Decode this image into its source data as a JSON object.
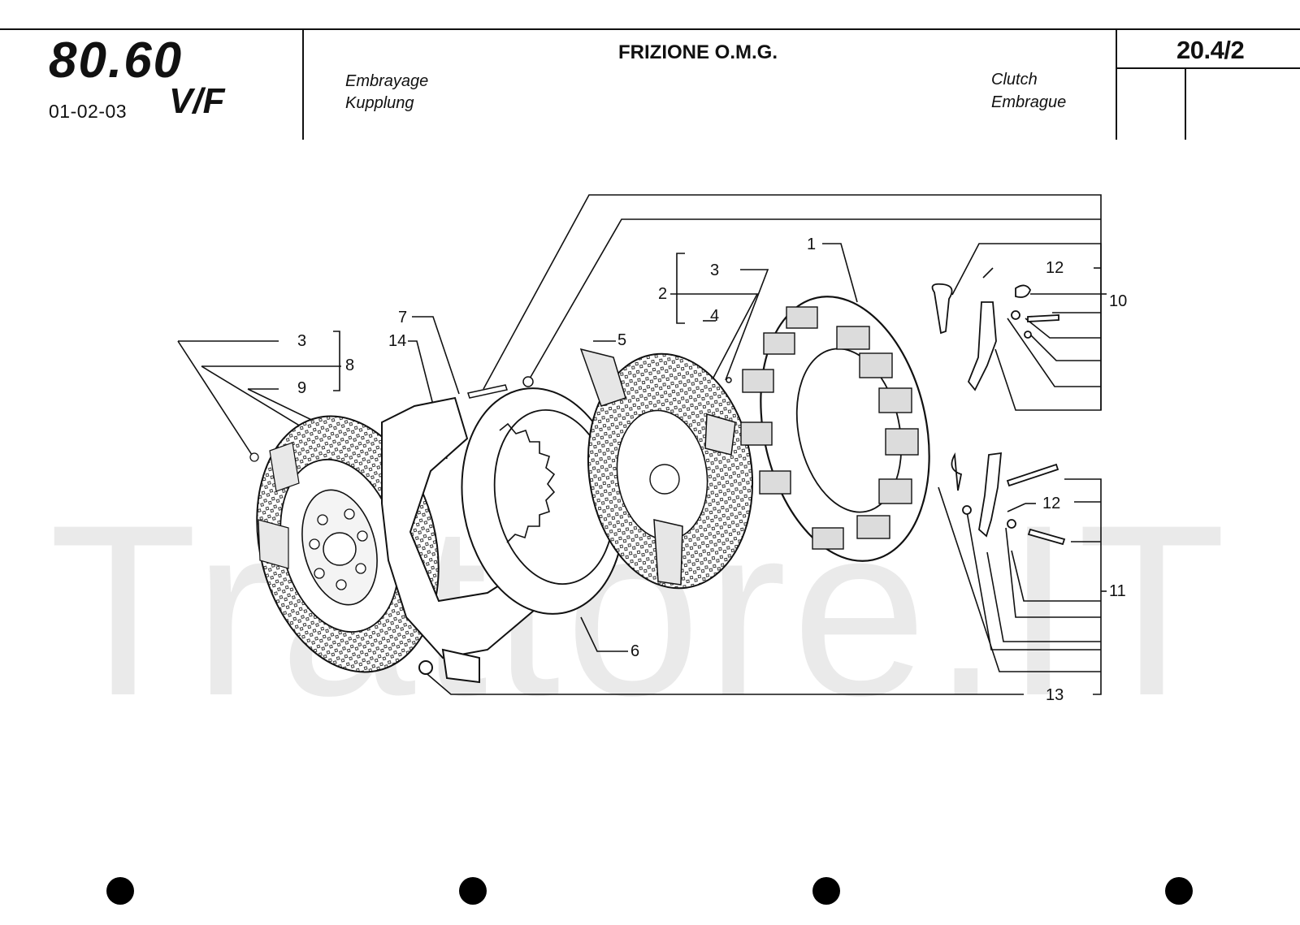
{
  "header": {
    "model": "80.60",
    "variant": "V/F",
    "years": "01-02-03",
    "title": "FRIZIONE O.M.G.",
    "lang_fr": "Embrayage",
    "lang_de": "Kupplung",
    "lang_en": "Clutch",
    "lang_es": "Embrague",
    "page_ref": "20.4/2"
  },
  "watermark": "Trattore.IT",
  "callouts": {
    "c1": "1",
    "c2": "2",
    "c3a": "3",
    "c4": "4",
    "c5": "5",
    "c6": "6",
    "c7": "7",
    "c3b": "3",
    "c8": "8",
    "c9": "9",
    "c14": "14",
    "c12a": "12",
    "c10": "10",
    "c12b": "12",
    "c11": "11",
    "c13": "13"
  },
  "icons": [
    "clutch-cover-drawing",
    "clutch-disc-drawing",
    "pressure-plate-drawing",
    "release-lever-drawing",
    "binder-hole-icon"
  ]
}
